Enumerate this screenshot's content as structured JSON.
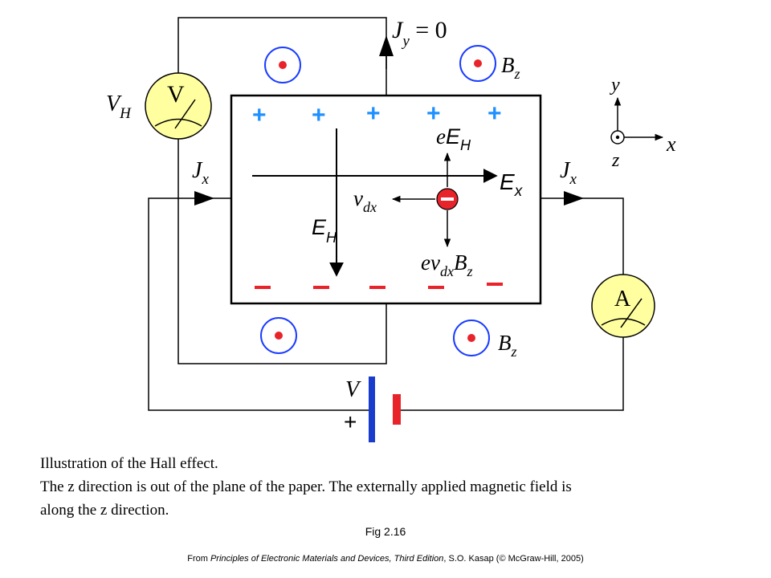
{
  "diagram": {
    "jy_label": {
      "main": "J",
      "sub": "y",
      "rest": " = 0"
    },
    "bz_label": {
      "main": "B",
      "sub": "z"
    },
    "vh_label": {
      "main": "V",
      "sub": "H"
    },
    "voltmeter_symbol": "V",
    "ammeter_symbol": "A",
    "jx_label": {
      "main": "J",
      "sub": "x"
    },
    "eeh_label": {
      "pre": "e",
      "main": "E",
      "sub": "H"
    },
    "ex_label": {
      "main": "E",
      "sub": "x"
    },
    "vdx_label": {
      "main": "v",
      "sub": "dx"
    },
    "eh_label": {
      "main": "E",
      "sub": "H"
    },
    "force_label": {
      "pre": "ev",
      "sub1": "dx",
      "main": "B",
      "sub2": "z"
    },
    "battery_label": "V",
    "battery_plus": "+",
    "plus_sign": "+",
    "minus_sign": "–",
    "axes": {
      "y": "y",
      "x": "x",
      "z": "z"
    },
    "colors": {
      "plus": "#1e90ff",
      "minus": "#e8232a",
      "meter_fill": "#ffffa0",
      "field_circle": "#1a3cff",
      "field_dot": "#e8232a",
      "battery_long": "#1a3ccc",
      "battery_short": "#e8232a",
      "electron": "#e8232a"
    }
  },
  "caption": {
    "line1": "Illustration of the Hall effect.",
    "line2": "The z direction is out of the plane of the paper. The externally applied magnetic field is",
    "line3": "along the z direction."
  },
  "figure_label": "Fig 2.16",
  "source": {
    "prefix": "From ",
    "book_title": "Principles of Electronic Materials and Devices, Third Edition",
    "suffix": ", S.O. Kasap (© McGraw-Hill, 2005)"
  }
}
